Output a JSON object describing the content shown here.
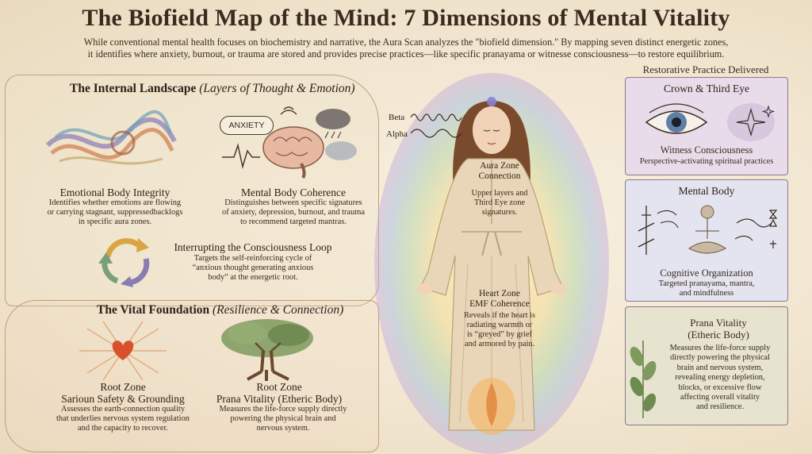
{
  "title": "The Biofield Map of the Mind: 7 Dimensions of Mental Vitality",
  "intro_1": "While conventional mental health focuses on biochemistry and narrative, the Aura Scan analyzes the \"biofield dimension.\" By mapping seven distinct energetic zones,",
  "intro_2": "it identifies where anxiety, burnout, or trauma are stored and provides precise practices—like specific pranayama or witnesse consciousness—to restore equilibrium.",
  "internal": {
    "heading": "The Internal Landscape",
    "heading_sub": "(Layers of Thought & Emotion)",
    "emotional": {
      "label": "Emotional Body Integrity",
      "desc_1": "Identifies whether emotions are flowing",
      "desc_2": "or carrying stagnant, suppressedbacklogs",
      "desc_3": "in specific aura zones."
    },
    "mental": {
      "badge": "ANXIETY",
      "label": "Mental Body Coherence",
      "desc_1": "Distinguishes between specific signatures",
      "desc_2": "of anxiety, depression, burnout, and trauma",
      "desc_3": "to recommend targeted mantras."
    },
    "loop": {
      "label": "Interrupting the Consciousness Loop",
      "desc_1": "Targets the self-reinforcing cycle of",
      "desc_2": "“anxious thought generating anxious",
      "desc_3": "body” at the energetic root."
    }
  },
  "vital": {
    "heading": "The Vital Foundation",
    "heading_sub": "(Resilience & Connection)",
    "root1": {
      "label_1": "Root Zone",
      "label_2": "Sarioun Safety & Grounding",
      "desc_1": "Assesses the earth-connection quality",
      "desc_2": "that underlies nervous system regulation",
      "desc_3": "and the capacity to recover."
    },
    "root2": {
      "label_1": "Root Zone",
      "label_2": "Prana Vitality (Etheric Body)",
      "desc_1": "Measures the life-force supply directly",
      "desc_2": "powering the physical brain and",
      "desc_3": "nervous system."
    }
  },
  "figure": {
    "beta": "Beta",
    "alpha": "Alpha",
    "aura": {
      "label_1": "Aura Zone",
      "label_2": "Connection",
      "desc_1": "Upper layers and",
      "desc_2": "Third Eye zone",
      "desc_3": "signatures."
    },
    "heart": {
      "label_1": "Heart Zone",
      "label_2": "EMF Coherence",
      "desc_1": "Reveals if the heart is",
      "desc_2": "radiating warmth or",
      "desc_3": "is “greyed” by grief",
      "desc_4": "and armored by pain."
    }
  },
  "right": {
    "header": "Restorative Practice Delivered",
    "crown": {
      "title": "Crown & Third Eye",
      "label": "Witness Consciousness",
      "desc": "Perspective-activating spiritual practices"
    },
    "mental": {
      "title": "Mental Body",
      "label": "Cognitive Organization",
      "desc_1": "Targeted pranayama, mantra,",
      "desc_2": "and mindfulness"
    },
    "prana": {
      "title_1": "Prana Vitality",
      "title_2": "(Etheric Body)",
      "desc_1": "Measures the life-force supply",
      "desc_2": "directly powering the physical",
      "desc_3": "brain and nervous system,",
      "desc_4": "revealing energy depletion,",
      "desc_5": "blocks, or excessive flow",
      "desc_6": "affecting overall vitality",
      "desc_7": "and resilience."
    }
  },
  "colors": {
    "ink": "#3a2a1e",
    "parchment": "#f4ead8",
    "crown_card": "#e9dcea",
    "mental_card": "#e3e4ef",
    "prana_card": "#e6e3cf",
    "heart": "#d9502e"
  }
}
